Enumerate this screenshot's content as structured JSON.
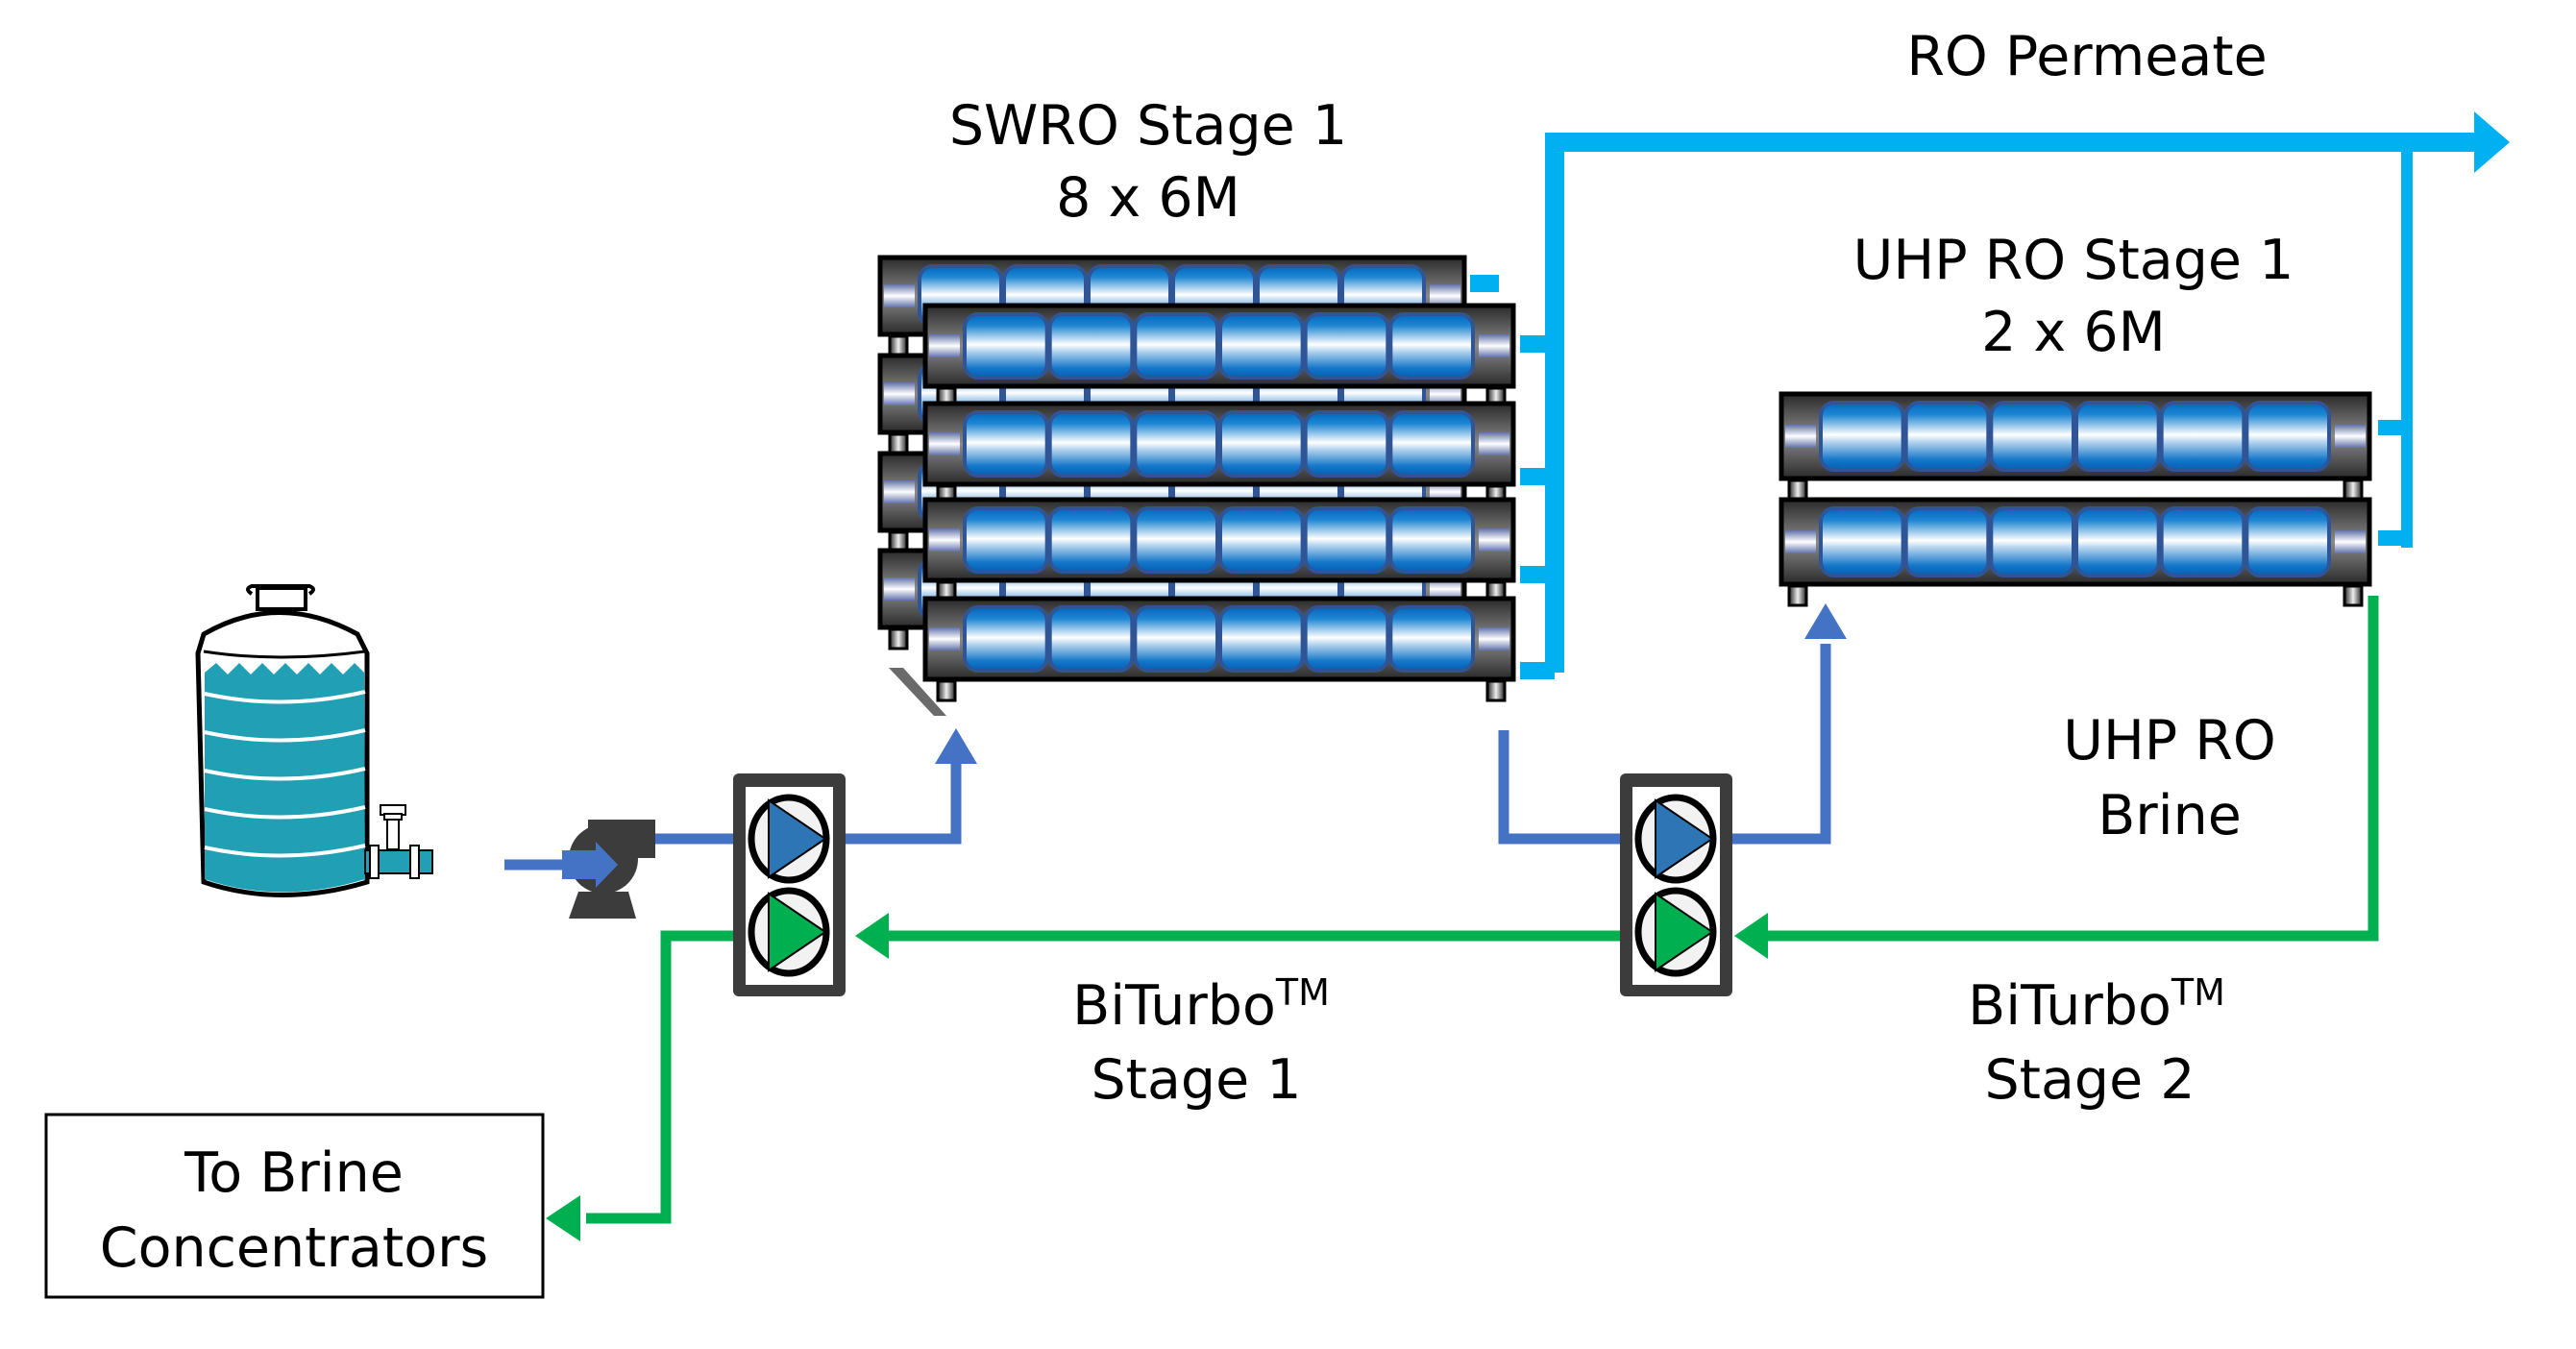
{
  "labels": {
    "ro_permeate": "RO Permeate",
    "swro_title": "SWRO Stage 1",
    "swro_config": "8 x 6M",
    "uhp_title": "UHP RO Stage 1",
    "uhp_config": "2 x 6M",
    "uhp_brine_line1": "UHP RO",
    "uhp_brine_line2": "Brine",
    "biturbo1_name": "BiTurbo",
    "biturbo1_tm": "TM",
    "biturbo1_stage": "Stage 1",
    "biturbo2_name": "BiTurbo",
    "biturbo2_tm": "TM",
    "biturbo2_stage": "Stage 2",
    "brine_dest_line1": "To Brine",
    "brine_dest_line2": "Concentrators"
  },
  "colors": {
    "feed": "#4472c4",
    "permeate": "#00b0f0",
    "brine": "#00b050",
    "tank_water": "#219fb5",
    "equipment": "#3c3c3c",
    "membrane": "#0070c0"
  },
  "equipment": {
    "swro_vessels": 8,
    "swro_elements_per_vessel": 6,
    "uhp_vessels": 2,
    "uhp_elements_per_vessel": 6
  }
}
